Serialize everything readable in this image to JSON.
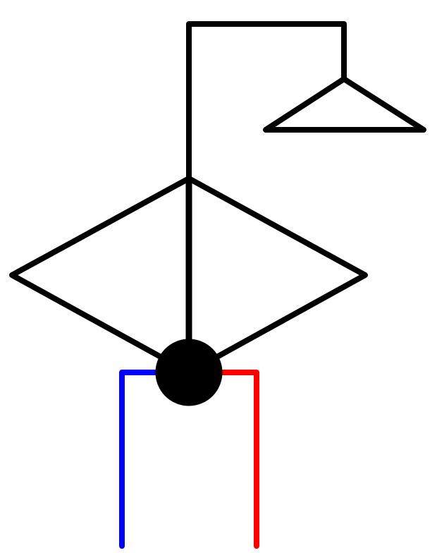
{
  "diagram": {
    "symbol": "shower-mixer",
    "colors": {
      "background": "#ffffff",
      "outline": "#000000",
      "cold_line": "#0000ff",
      "hot_line": "#ff0000",
      "valve_fill": "#000000"
    },
    "parts": [
      "shower-head",
      "riser-pipe",
      "valve-body",
      "mixer-valve",
      "cold-water-supply",
      "hot-water-supply"
    ]
  }
}
